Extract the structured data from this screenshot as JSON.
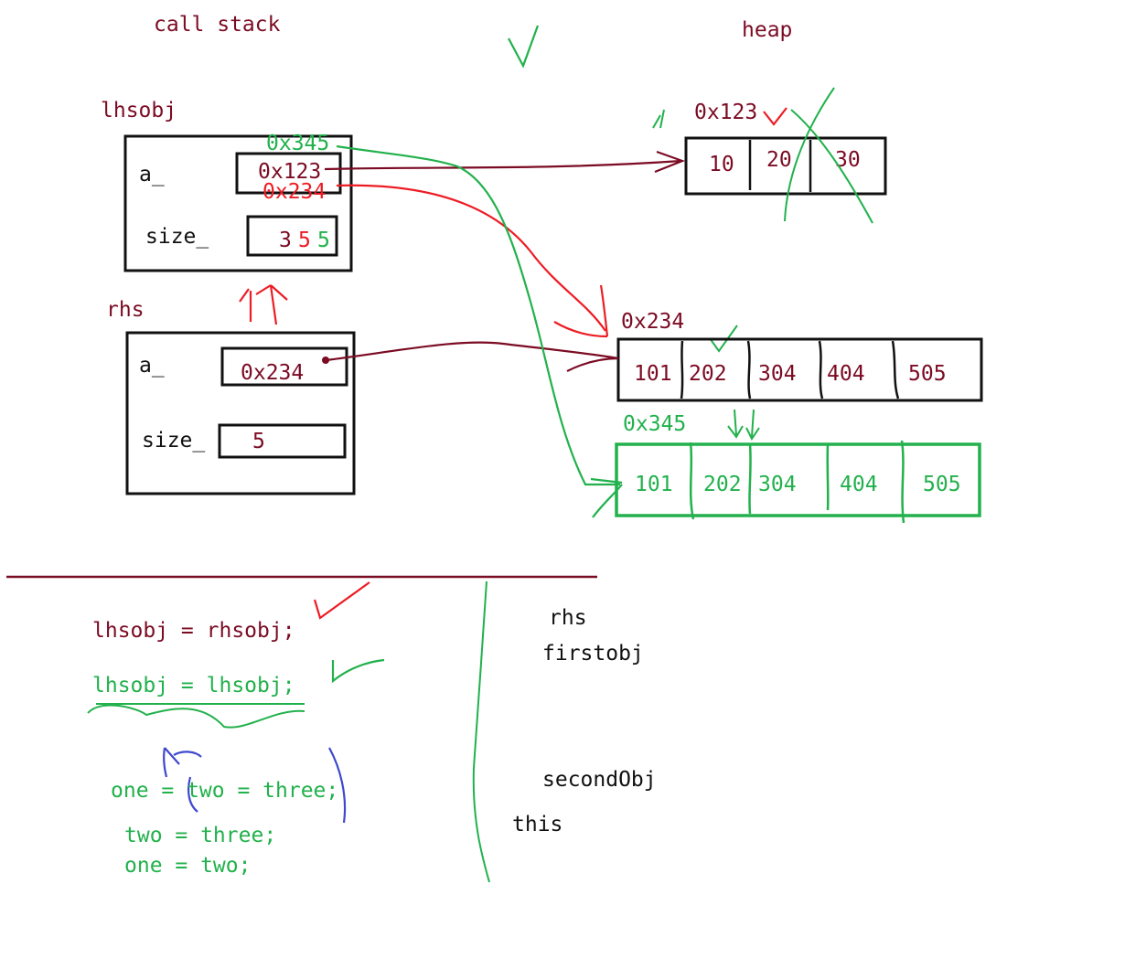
{
  "colors": {
    "dark_red": "#7b0b23",
    "green": "#22b14c",
    "red": "#ed1c24",
    "blue": "#3f48cc",
    "black": "#111111"
  },
  "labels": {
    "call_stack": "call stack",
    "heap": "heap"
  },
  "lhsobj": {
    "name": "lhsobj",
    "a_label": "a_",
    "size_label": "size_",
    "a_value_green": "0x345",
    "a_value_old": "0x123",
    "a_value_red": "0x234",
    "size_old": "3",
    "size_red": "5",
    "size_green": "5"
  },
  "rhs": {
    "name": "rhs",
    "a_label": "a_",
    "size_label": "size_",
    "a_value": "0x234",
    "size_value": "5"
  },
  "heap_blocks": [
    {
      "address": "0x123",
      "values": [
        "10",
        "20",
        "30"
      ]
    },
    {
      "address": "0x234",
      "values": [
        "101",
        "202",
        "304",
        "404",
        "505"
      ]
    },
    {
      "address": "0x345",
      "values": [
        "101",
        "202",
        "304",
        "404",
        "505"
      ]
    }
  ],
  "code": {
    "line1": "lhsobj = rhsobj;",
    "line2": "lhsobj = lhsobj;",
    "chain": "one = two = three;",
    "step1": "two = three;",
    "step2": "one  = two;"
  },
  "notes": {
    "rhs": "rhs",
    "firstobj": "firstobj",
    "secondobj": "secondObj",
    "this": "this"
  }
}
